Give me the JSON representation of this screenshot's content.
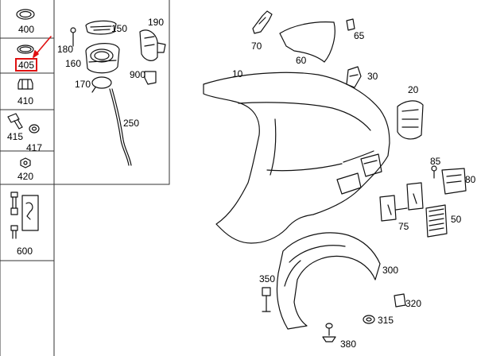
{
  "selected_part": "405",
  "accent_color": "#e01010",
  "sidebar": {
    "items": [
      {
        "label": "400",
        "icon": "ring-seal-icon"
      },
      {
        "label": "405",
        "icon": "ring-seal-icon"
      },
      {
        "label": "410",
        "icon": "nut-icon"
      },
      {
        "label": "415",
        "icon": "bolt-icon"
      },
      {
        "label": "417",
        "icon": "washer-icon"
      },
      {
        "label": "420",
        "icon": "hex-nut-icon"
      },
      {
        "label": "600",
        "icon": "bolt-set-icon"
      }
    ]
  },
  "fuel_door_group": {
    "labels": [
      "150",
      "180",
      "160",
      "190",
      "900",
      "170",
      "250"
    ]
  },
  "main_parts": {
    "labels": [
      "70",
      "65",
      "60",
      "10",
      "30",
      "20",
      "85",
      "80",
      "50",
      "75",
      "300",
      "350",
      "320",
      "315",
      "380"
    ]
  }
}
